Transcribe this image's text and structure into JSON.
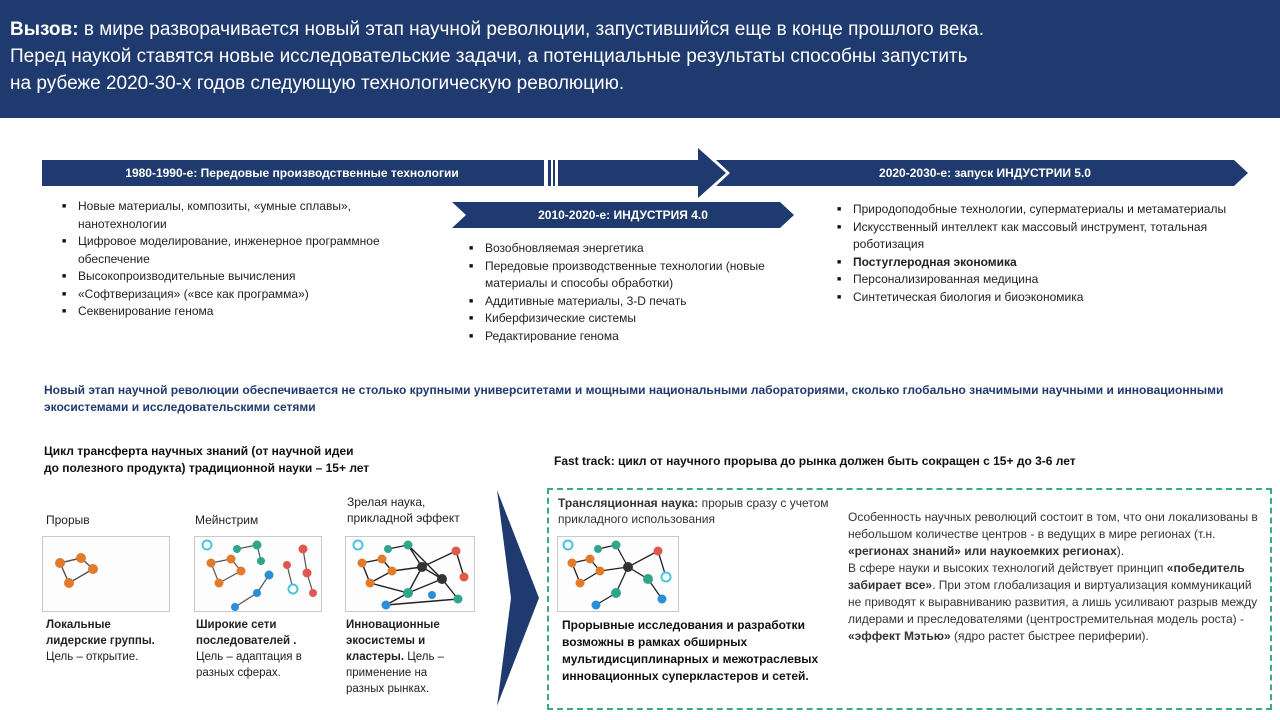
{
  "header": {
    "label": "Вызов:",
    "line1": " в мире разворачивается новый этап научной революции, запустившийся еще в конце прошлого века.",
    "line2": "Перед наукой ставятся новые исследовательские задачи, а потенциальные результаты способны запустить",
    "line3": "на рубеже 2020-30-х годов следующую технологическую революцию."
  },
  "timeline": {
    "band1": "1980-1990-е: Передовые производственные технологии",
    "band2": "2010-2020-е: ИНДУСТРИЯ 4.0",
    "band3": "2020-2030-е: запуск ИНДУСТРИИ 5.0",
    "col1": [
      "Новые материалы, композиты, «умные сплавы», нанотехнологии",
      "Цифровое моделирование, инженерное программное обеспечение",
      "Высокопроизводительные вычисления",
      "«Софтверизация» («все как программа»)",
      "Секвенирование генома"
    ],
    "col2": [
      "Возобновляемая энергетика",
      "Передовые производственные технологии (новые материалы и способы обработки)",
      "Аддитивные материалы, 3-D печать",
      "Киберфизические системы",
      "Редактирование генома"
    ],
    "col3": [
      "Природоподобные технологии, суперматериалы и метаматериалы",
      "Искусственный интеллект как массовый инструмент, тотальная роботизация",
      "Постуглеродная экономика",
      "Персонализированная медицина",
      "Синтетическая биология и биоэкономика"
    ]
  },
  "statement": "Новый этап научной революции обеспечивается не столько крупными университетами и мощными национальными лабораториями, сколько глобально значимыми научными и инновационными экосистемами и исследовательскими сетями",
  "left": {
    "subhead_line1": "Цикл трансферта научных знаний (от научной идеи",
    "subhead_line2": "до полезного продукта) традиционной науки – 15+ лет",
    "stage1": {
      "label": "Прорыв",
      "desc_bold1": "Локальные",
      "desc_bold2": "лидерские группы.",
      "desc_line3": "Цель – открытие."
    },
    "stage2": {
      "label": "Мейнстрим",
      "desc_bold1": "Широкие сети",
      "desc_bold2": "последователей .",
      "desc_line3": "Цель – адаптация в",
      "desc_line4": "разных сферах."
    },
    "stage3": {
      "label_line1": "Зрелая наука,",
      "label_line2": "прикладной эффект",
      "desc_bold1": "Инновационные",
      "desc_bold2": "экосистемы и",
      "desc_bold3": "кластеры.",
      "desc_line3": " Цель –",
      "desc_line4": "применение на",
      "desc_line5": "разных рынках."
    }
  },
  "right": {
    "subhead": "Fast track: цикл от научного прорыва до рынка должен быть сокращен с 15+ до 3-6 лет",
    "title_bold": "Трансляционная наука:",
    "title_rest": " прорыв сразу с учетом",
    "title_line2": "прикладного использования",
    "desc_line1": "Прорывные исследования и разработки",
    "desc_line2": "возможны в рамках обширных",
    "desc_line3": "мультидисциплинарных и межотраслевых",
    "desc_line4": "инновационных суперкластеров и сетей.",
    "text": {
      "p1": "Особенность научных революций состоит в том, что они локализованы в небольшом количестве центров - в ведущих в мире регионах (т.н. ",
      "p1_bold": "«регионах знаний» или наукоемких регионах",
      "p1_end": ").",
      "p2": "В сфере науки и высоких технологий действует принцип ",
      "p2_bold": "«победитель забирает все»",
      "p2_rest": ". При этом глобализация и виртуализация коммуникаций не приводят к выравниванию развития, а лишь усиливают разрыв между лидерами и преследователями (центростремительная модель роста) - ",
      "p2_bold2": "«эффект Мэтью»",
      "p2_end": " (ядро растет быстрее периферии)."
    }
  },
  "colors": {
    "navy": "#1f3a6e",
    "orange": "#e27a2b",
    "red": "#e0574f",
    "teal": "#2fa58a",
    "blue": "#2a8fd6",
    "cyan": "#4cc3e0",
    "dark": "#333333",
    "dashed_border": "#3aa889"
  }
}
